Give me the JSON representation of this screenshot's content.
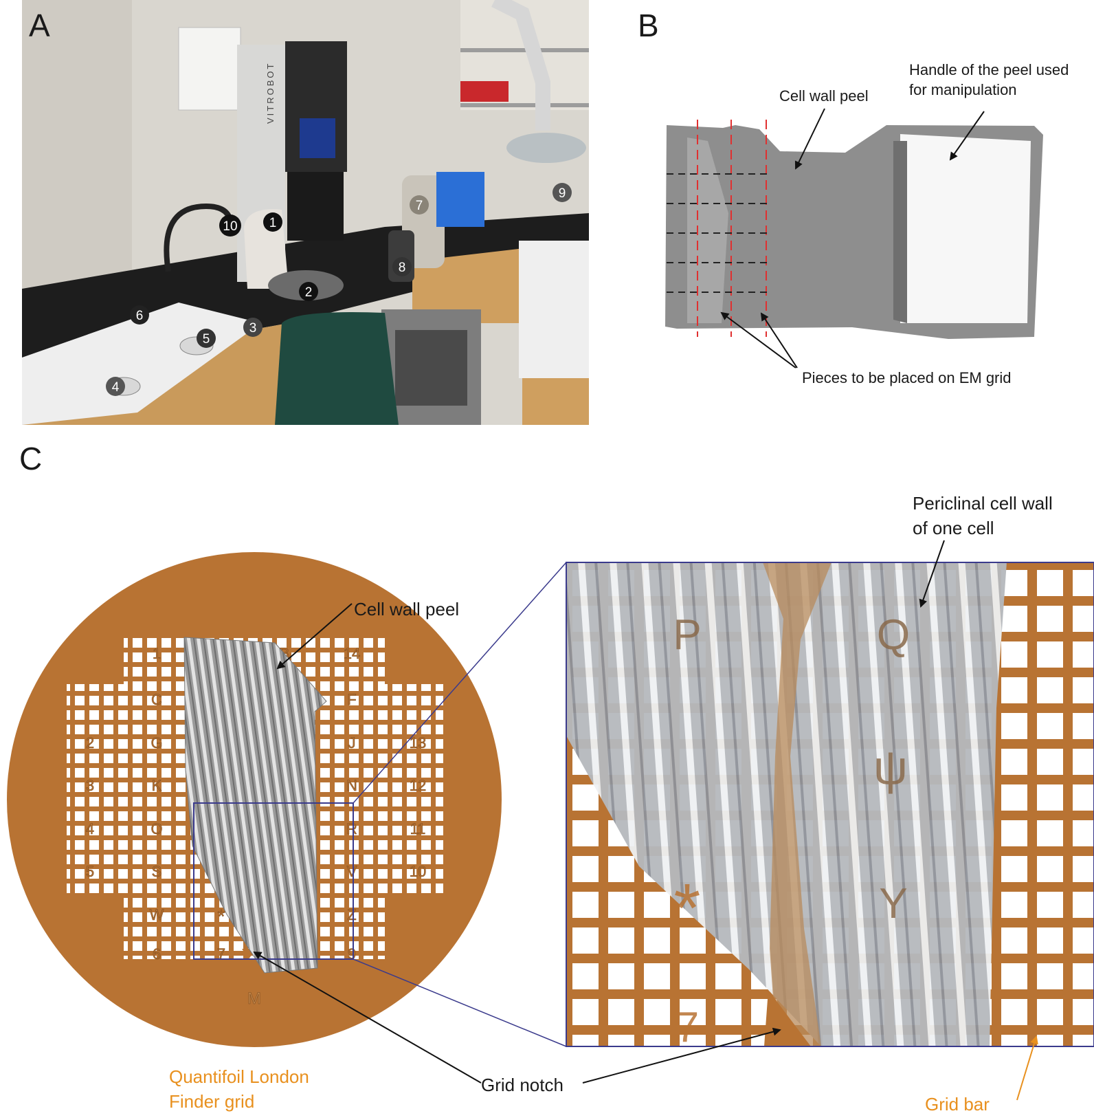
{
  "panels": {
    "a": {
      "letter": "A",
      "markers": [
        "1",
        "2",
        "3",
        "4",
        "5",
        "6",
        "7",
        "8",
        "9",
        "10"
      ],
      "instrument_text": "VITROBOT"
    },
    "b": {
      "letter": "B",
      "cell_wall_peel": "Cell wall peel",
      "handle_line1": "Handle of the peel used",
      "handle_line2": "for manipulation",
      "pieces": "Pieces to be placed on EM grid"
    },
    "c": {
      "letter": "C",
      "cell_wall_peel": "Cell wall peel",
      "periclinal_line1": "Periclinal cell wall",
      "periclinal_line2": "of one cell",
      "grid_name_line1": "Quantifoil London",
      "grid_name_line2": "Finder grid",
      "grid_notch": "Grid notch",
      "grid_bar": "Grid bar",
      "grid_marks": [
        "1",
        "B",
        "14",
        "C",
        "F",
        "2",
        "G",
        "J",
        "13",
        "3",
        "K",
        "N",
        "12",
        "4",
        "O",
        "R",
        "11",
        "5",
        "S",
        "V",
        "10",
        "W",
        "*",
        "Z",
        "6",
        "7",
        "9",
        "M"
      ],
      "zoom_marks": [
        "P",
        "Q",
        "ψ",
        "*",
        "Y",
        "7"
      ]
    }
  },
  "colors": {
    "grid_copper": "#b87333",
    "zoom_frame": "#3a3a8c",
    "guide_red": "#e03030",
    "annotation_orange": "#e8901e"
  }
}
